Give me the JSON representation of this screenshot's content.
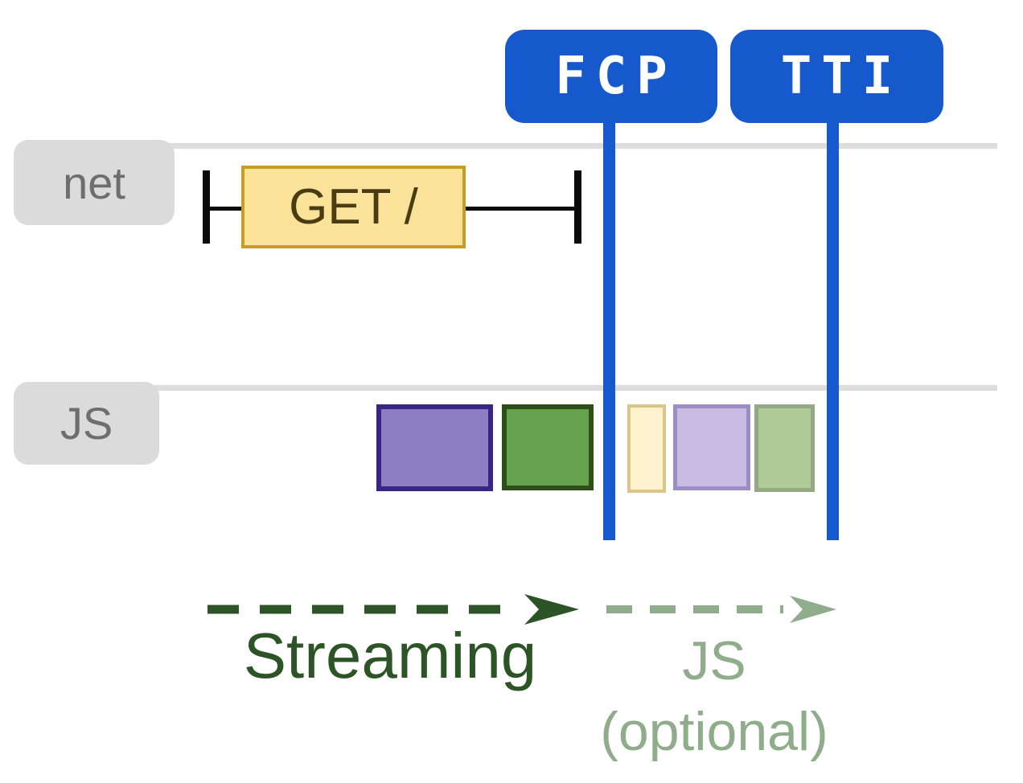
{
  "badges": {
    "fcp": {
      "label": "FCP"
    },
    "tti": {
      "label": "TTI"
    }
  },
  "lanes": {
    "net": {
      "label": "net"
    },
    "js": {
      "label": "JS"
    }
  },
  "network": {
    "request": {
      "label": "GET /"
    }
  },
  "js_tasks": [
    {
      "name": "solid-purple-task",
      "fill": "#8C7EC3",
      "border": "#3A2484"
    },
    {
      "name": "solid-green-task",
      "fill": "#67A24F",
      "border": "#2C4F1A"
    },
    {
      "name": "faded-yellow-task",
      "fill": "#FCF2CE",
      "border": "#DCC488"
    },
    {
      "name": "faded-lavender-task",
      "fill": "#C9BCE3",
      "border": "#9C8DC6"
    },
    {
      "name": "faded-sage-task",
      "fill": "#AFCA97",
      "border": "#94A884"
    }
  ],
  "annotations": {
    "streaming": {
      "label": "Streaming",
      "color": "#2D5426"
    },
    "js_optional": {
      "label_line1": "JS",
      "label_line2": "(optional)",
      "color": "#8FAC8B"
    }
  },
  "colors": {
    "badge_blue": "#1659CD",
    "badge_text": "#FFFFFF",
    "lane_line_gray": "#DDDDDD",
    "lane_tab_gray": "#DBDBDB",
    "lane_label_gray": "#6E6E6E",
    "request_fill": "#FAE398",
    "request_border": "#C79E24",
    "request_text": "#4A3C12",
    "bracket_black": "#0A0A0A",
    "background": "#FFFFFF"
  }
}
